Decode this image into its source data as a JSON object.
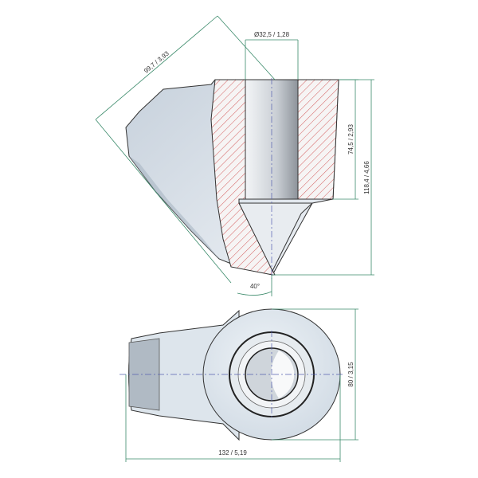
{
  "drawing": {
    "colors": {
      "dimension": "#3a8a6a",
      "hatch": "#d46060",
      "body": "#dfe7ee",
      "centerline": "#5560b0"
    },
    "side_view": {
      "dim_diagonal": "99,7 / 3,93",
      "dim_bore_diameter": "Ø32,5 / 1,28",
      "dim_bore_depth": "74,5 / 2,93",
      "dim_total_height": "118,4 / 4,66",
      "dim_angle": "40°"
    },
    "bottom_view": {
      "dim_height": "80 / 3,15",
      "dim_length": "132 / 5,19"
    }
  }
}
